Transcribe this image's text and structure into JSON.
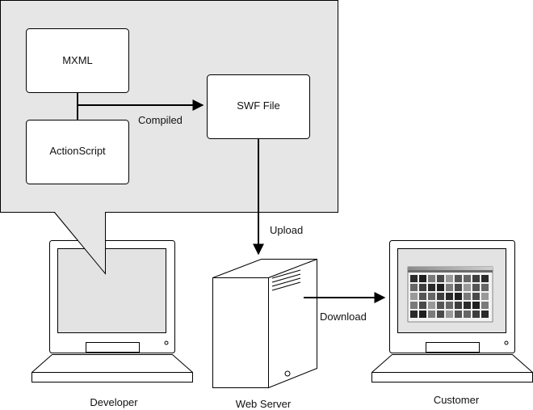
{
  "diagram": {
    "boxes": {
      "mxml": "MXML",
      "actionscript": "ActionScript",
      "swf_file": "SWF File"
    },
    "arrows": {
      "compiled": "Compiled",
      "upload": "Upload",
      "download": "Download"
    },
    "computers": {
      "developer": "Developer",
      "web_server": "Web Server",
      "customer": "Customer"
    }
  },
  "colors": {
    "callout_fill": "#e6e6e6",
    "box_fill": "#ffffff",
    "stroke": "#000000",
    "screen_fill": "#e3e3e3"
  }
}
